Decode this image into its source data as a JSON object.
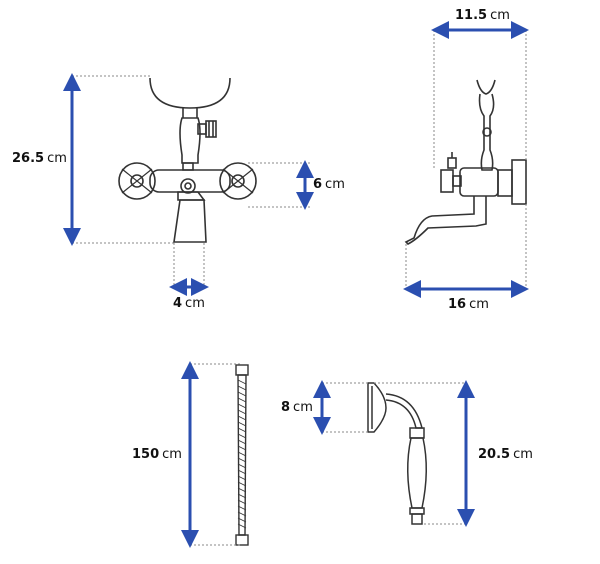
{
  "dimensions": {
    "height_total": {
      "value": "26.5",
      "unit": "cm"
    },
    "handle_height": {
      "value": "6",
      "unit": "cm"
    },
    "spout_diameter": {
      "value": "4",
      "unit": "cm"
    },
    "side_depth": {
      "value": "11.5",
      "unit": "cm"
    },
    "spout_length": {
      "value": "16",
      "unit": "cm"
    },
    "hose_length": {
      "value": "150",
      "unit": "cm"
    },
    "shower_head_diameter": {
      "value": "8",
      "unit": "cm"
    },
    "shower_length": {
      "value": "20.5",
      "unit": "cm"
    }
  },
  "colors": {
    "arrow": "#2b4fb0",
    "line": "#333333",
    "dash": "#888888"
  }
}
